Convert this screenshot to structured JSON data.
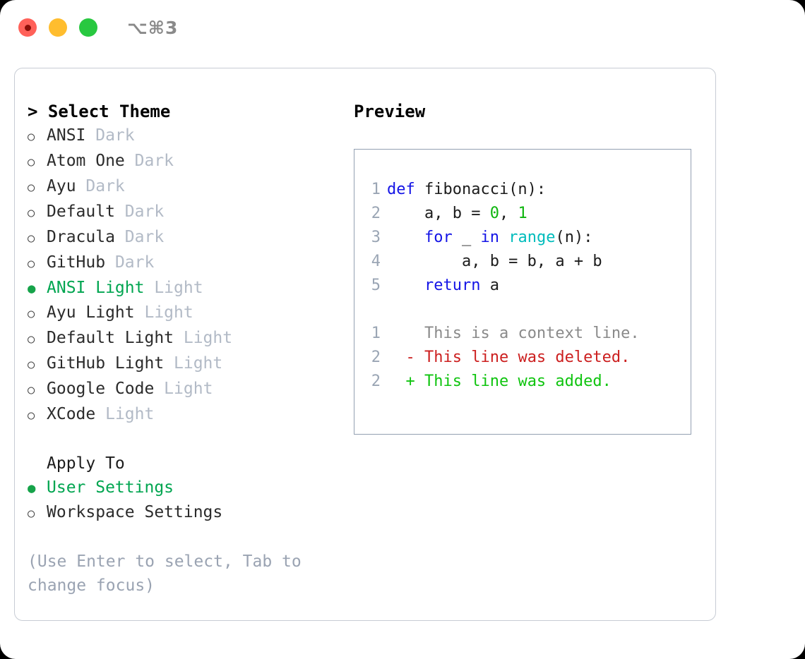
{
  "titlebar": {
    "shortcut": "⌥⌘3",
    "buttons": [
      "close",
      "minimize",
      "zoom"
    ]
  },
  "theme_list": {
    "header": "> Select Theme",
    "items": [
      {
        "marker": "○",
        "label": "ANSI",
        "tag": "Dark",
        "selected": false
      },
      {
        "marker": "○",
        "label": "Atom One",
        "tag": "Dark",
        "selected": false
      },
      {
        "marker": "○",
        "label": "Ayu",
        "tag": "Dark",
        "selected": false
      },
      {
        "marker": "○",
        "label": "Default",
        "tag": "Dark",
        "selected": false
      },
      {
        "marker": "○",
        "label": "Dracula",
        "tag": "Dark",
        "selected": false
      },
      {
        "marker": "○",
        "label": "GitHub",
        "tag": "Dark",
        "selected": false
      },
      {
        "marker": "●",
        "label": "ANSI Light",
        "tag": "Light",
        "selected": true
      },
      {
        "marker": "○",
        "label": "Ayu Light",
        "tag": "Light",
        "selected": false
      },
      {
        "marker": "○",
        "label": "Default Light",
        "tag": "Light",
        "selected": false
      },
      {
        "marker": "○",
        "label": "GitHub Light",
        "tag": "Light",
        "selected": false
      },
      {
        "marker": "○",
        "label": "Google Code",
        "tag": "Light",
        "selected": false
      },
      {
        "marker": "○",
        "label": "XCode",
        "tag": "Light",
        "selected": false
      }
    ]
  },
  "apply_to": {
    "header": "Apply To",
    "items": [
      {
        "marker": "●",
        "label": "User Settings",
        "selected": true
      },
      {
        "marker": "○",
        "label": "Workspace Settings",
        "selected": false
      }
    ]
  },
  "hint": "(Use Enter to select, Tab to change focus)",
  "preview": {
    "title": "Preview",
    "code_lines": [
      {
        "no": "1",
        "segments": [
          {
            "text": "def ",
            "kind": "kw"
          },
          {
            "text": "fibonacci(n):",
            "kind": "plain"
          }
        ]
      },
      {
        "no": "2",
        "segments": [
          {
            "text": "    a, b = ",
            "kind": "plain"
          },
          {
            "text": "0",
            "kind": "num"
          },
          {
            "text": ", ",
            "kind": "plain"
          },
          {
            "text": "1",
            "kind": "num"
          }
        ]
      },
      {
        "no": "3",
        "segments": [
          {
            "text": "    ",
            "kind": "plain"
          },
          {
            "text": "for",
            "kind": "kw"
          },
          {
            "text": " _ ",
            "kind": "plain"
          },
          {
            "text": "in",
            "kind": "kw"
          },
          {
            "text": " ",
            "kind": "plain"
          },
          {
            "text": "range",
            "kind": "bi"
          },
          {
            "text": "(n):",
            "kind": "plain"
          }
        ]
      },
      {
        "no": "4",
        "segments": [
          {
            "text": "        a, b = b, a + b",
            "kind": "plain"
          }
        ]
      },
      {
        "no": "5",
        "segments": [
          {
            "text": "    ",
            "kind": "plain"
          },
          {
            "text": "return",
            "kind": "kw"
          },
          {
            "text": " a",
            "kind": "plain"
          }
        ]
      }
    ],
    "diff_lines": [
      {
        "no": "1",
        "sign": " ",
        "text": " This is a context line.",
        "kind": "ctx"
      },
      {
        "no": "2",
        "sign": "-",
        "text": " This line was deleted.",
        "kind": "del"
      },
      {
        "no": "2",
        "sign": "+",
        "text": " This line was added.",
        "kind": "add"
      }
    ]
  },
  "colors": {
    "accent_green": "#00a550",
    "tag_gray": "#b2bac6",
    "keyword_blue": "#1414e6",
    "builtin_cyan": "#00bcbc",
    "number_green": "#0db50d",
    "diff_delete_red": "#cc1f1f",
    "diff_add_green": "#0fc40f",
    "border_gray": "#93a0b2"
  }
}
